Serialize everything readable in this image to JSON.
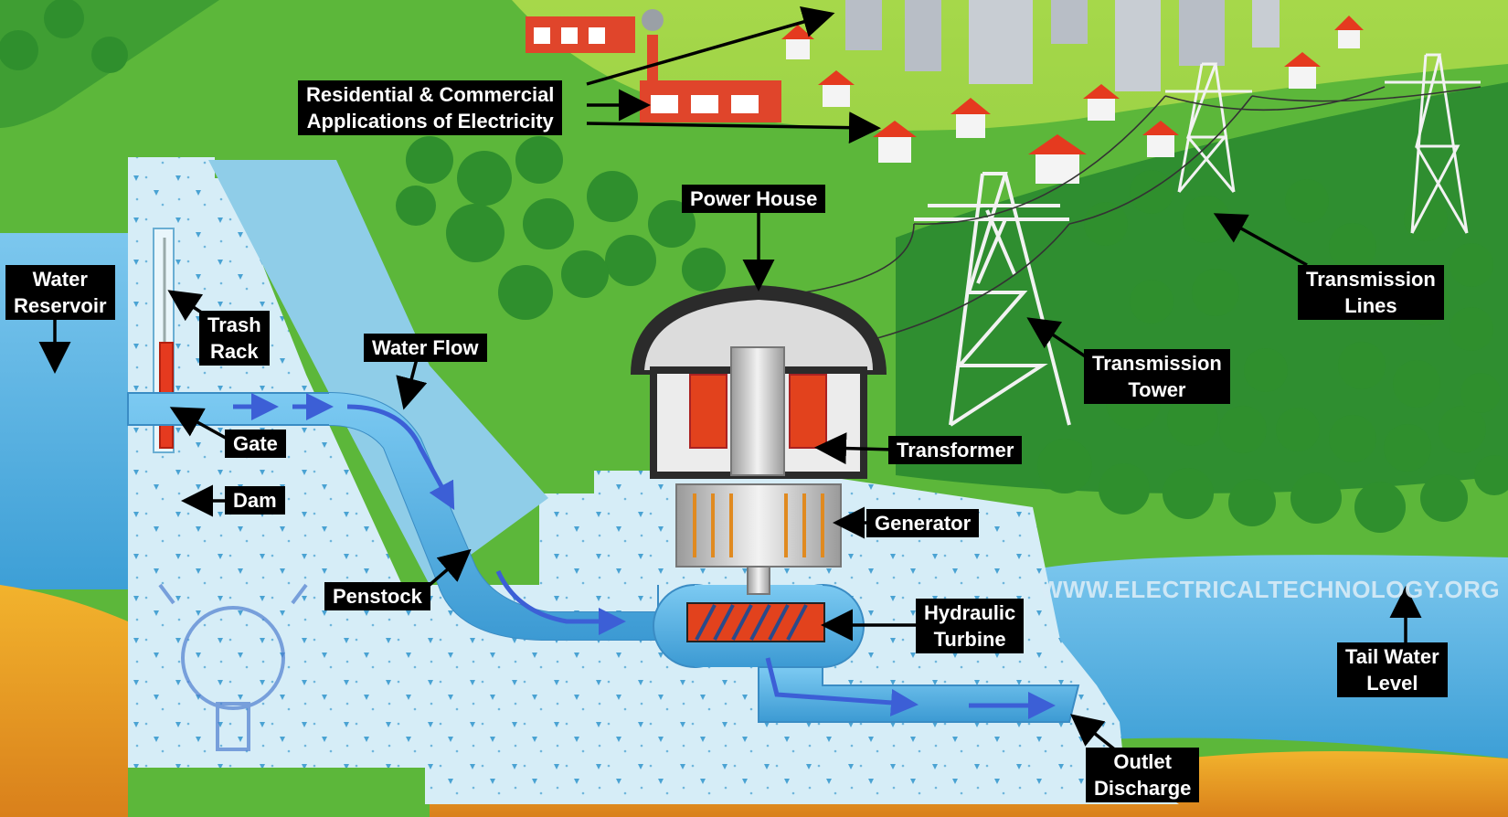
{
  "labels": {
    "residential_line1": "Residential & Commercial",
    "residential_line2": "Applications of Electricity",
    "power_house": "Power House",
    "water_reservoir_line1": "Water",
    "water_reservoir_line2": "Reservoir",
    "trash_rack_line1": "Trash",
    "trash_rack_line2": "Rack",
    "water_flow": "Water Flow",
    "gate": "Gate",
    "dam": "Dam",
    "penstock": "Penstock",
    "transformer": "Transformer",
    "generator": "Generator",
    "hydraulic_turbine_line1": "Hydraulic",
    "hydraulic_turbine_line2": "Turbine",
    "transmission_tower_line1": "Transmission",
    "transmission_tower_line2": "Tower",
    "transmission_lines_line1": "Transmission",
    "transmission_lines_line2": "Lines",
    "tail_water_line1": "Tail Water",
    "tail_water_line2": "Level",
    "outlet_line1": "Outlet",
    "outlet_line2": "Discharge"
  },
  "watermark": "WWW.ELECTRICALTECHNOLOGY.ORG",
  "colors": {
    "sky_green": "#8cc63f",
    "hill_green": "#3aa53a",
    "water": "#5cb7e6",
    "concrete": "#cfe8f4",
    "ground": "#e59a1e",
    "label_bg": "#000000",
    "roof_red": "#e53a1f"
  }
}
